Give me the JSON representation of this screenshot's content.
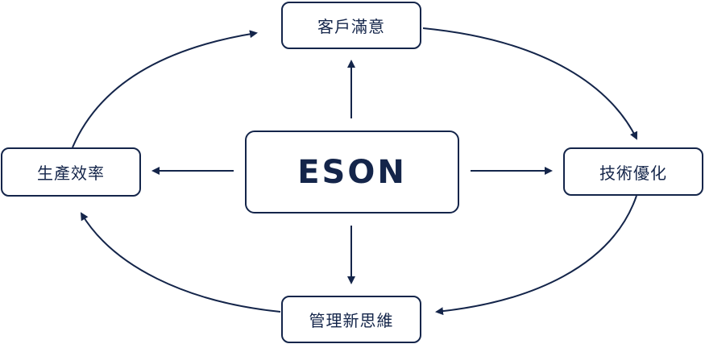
{
  "diagram": {
    "center": "ESON",
    "top": "客戶滿意",
    "right": "技術優化",
    "bottom": "管理新思維",
    "left": "生產效率"
  },
  "colors": {
    "stroke": "#14254a",
    "text": "#14254a",
    "background": "#ffffff"
  }
}
